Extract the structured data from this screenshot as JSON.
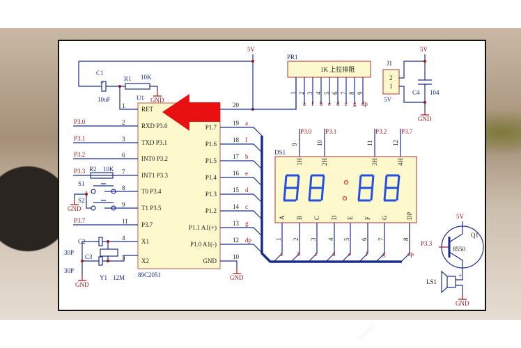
{
  "power": {
    "vcc": "5V",
    "gnd": "GND"
  },
  "c1": {
    "ref": "C1",
    "value": "10uF"
  },
  "r1": {
    "ref": "R1",
    "value": "10K"
  },
  "r2": {
    "ref": "R2",
    "value": "10K"
  },
  "u1": {
    "ref": "U1",
    "part": "89C2051",
    "left_pins": [
      {
        "num": "1",
        "name": "RET",
        "net": ""
      },
      {
        "num": "2",
        "name": "RXD P3.0",
        "net": "P3.0"
      },
      {
        "num": "3",
        "name": "TXD P3.1",
        "net": "P3.1"
      },
      {
        "num": "6",
        "name": "INT0 P3.2",
        "net": "P3.2"
      },
      {
        "num": "7",
        "name": "INT1 P3.3",
        "net": "P3.3"
      },
      {
        "num": "8",
        "name": "T0 P3.4",
        "net": ""
      },
      {
        "num": "9",
        "name": "T1 P3.5",
        "net": ""
      },
      {
        "num": "11",
        "name": "P3.7",
        "net": "P3.7"
      },
      {
        "num": "4",
        "name": "X1",
        "net": ""
      },
      {
        "num": "5",
        "name": "X2",
        "net": ""
      }
    ],
    "right_pins": [
      {
        "num": "19",
        "name": "P1.7",
        "net": "a"
      },
      {
        "num": "18",
        "name": "P1.6",
        "net": "f"
      },
      {
        "num": "17",
        "name": "P1.5",
        "net": "b"
      },
      {
        "num": "16",
        "name": "P1.4",
        "net": "e"
      },
      {
        "num": "15",
        "name": "P1.3",
        "net": "d"
      },
      {
        "num": "14",
        "name": "P1.2",
        "net": "c"
      },
      {
        "num": "13",
        "name": "P1.1 A1(+)",
        "net": "g"
      },
      {
        "num": "12",
        "name": "P1.0 A1(-)",
        "net": "dp"
      },
      {
        "num": "10",
        "name": "GND",
        "net": ""
      }
    ],
    "vcc_pin": "20"
  },
  "s1": "S1",
  "s2": "S2",
  "c2": {
    "ref": "C2",
    "value": "30P"
  },
  "c3": {
    "ref": "C3",
    "value": "30P"
  },
  "y1": {
    "ref": "Y1",
    "value": "12M"
  },
  "pr1": {
    "ref": "PR1",
    "value": "1K 上拉排阻",
    "pins": [
      "1",
      "2",
      "3",
      "4",
      "5",
      "6",
      "7",
      "8",
      "9"
    ],
    "nets": [
      "a",
      "f",
      "b",
      "e",
      "d",
      "c",
      "g",
      "dp"
    ]
  },
  "j1": {
    "ref": "J1",
    "pins": [
      "2",
      "1"
    ],
    "label": "5V"
  },
  "c4": {
    "ref": "C4",
    "value": "104"
  },
  "ds1": {
    "ref": "DS1",
    "digits": [
      "1H",
      "2H",
      "3H",
      "4H"
    ],
    "digit_pins": [
      "9",
      "10",
      "11",
      "12"
    ],
    "digit_nets": [
      "P3.0",
      "P3.1",
      "P3.2",
      "P3.7"
    ],
    "segments": [
      "A",
      "B",
      "C",
      "D",
      "E",
      "F",
      "G",
      "DP"
    ],
    "seg_pins": [
      "1",
      "2",
      "3",
      "4",
      "5",
      "6",
      "7",
      "8"
    ],
    "seg_nets": [
      "a",
      "b",
      "c",
      "d",
      "e",
      "f",
      "g",
      "dp"
    ]
  },
  "q1": {
    "ref": "Q1",
    "part": "8550",
    "net": "P3.3"
  },
  "ls1": {
    "ref": "LS1"
  },
  "colors": {
    "wire": "#1a2d8a",
    "net_label": "#9a1818",
    "chip_fill": "#fdf9cc",
    "segment": "#2450e0",
    "arrow": "#e81010"
  }
}
